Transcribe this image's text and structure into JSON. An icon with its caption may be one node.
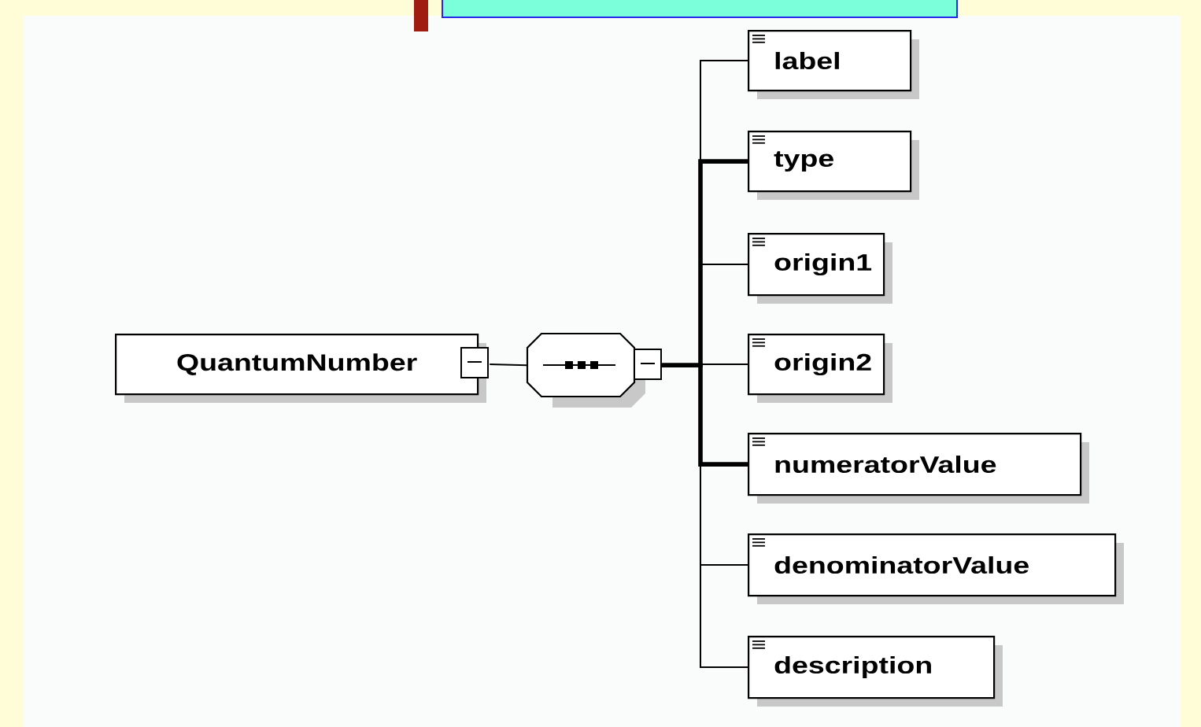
{
  "diagram": {
    "nodes": [
      {
        "text": [
          "QuantumNumber"
        ]
      },
      {
        "text": [],
        "shape": "octagon"
      },
      {
        "text": [
          "label"
        ]
      },
      {
        "text": [
          "type"
        ]
      },
      {
        "text": [
          "origin1"
        ]
      },
      {
        "text": [
          "origin2"
        ]
      },
      {
        "text": [
          "numeratorValue"
        ]
      },
      {
        "text": [
          "denominatorValue"
        ]
      },
      {
        "text": [
          "description"
        ]
      }
    ],
    "edges": [
      {
        "from": 0,
        "to": 1,
        "arrow": "none"
      },
      {
        "from": 1,
        "to": 2,
        "arrow": "none"
      },
      {
        "from": 1,
        "to": 3,
        "arrow": "none",
        "style": "thick"
      },
      {
        "from": 1,
        "to": 4,
        "arrow": "none"
      },
      {
        "from": 1,
        "to": 5,
        "arrow": "none"
      },
      {
        "from": 1,
        "to": 6,
        "arrow": "none",
        "style": "thick"
      },
      {
        "from": 1,
        "to": 7,
        "arrow": "none"
      },
      {
        "from": 1,
        "to": 8,
        "arrow": "none"
      }
    ]
  }
}
